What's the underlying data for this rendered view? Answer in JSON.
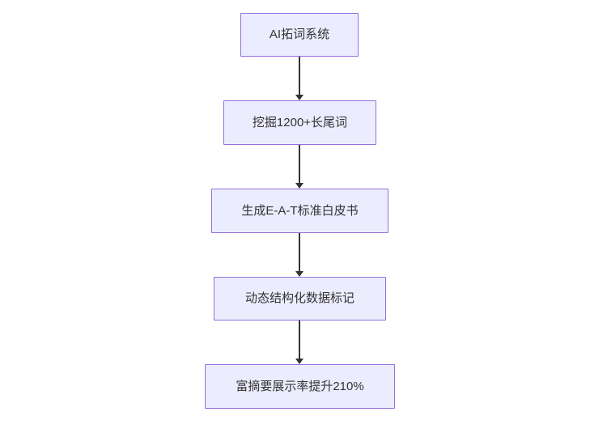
{
  "diagram": {
    "type": "flowchart",
    "direction": "top-down",
    "nodes": [
      {
        "id": "n1",
        "label": "AI拓词系统"
      },
      {
        "id": "n2",
        "label": "挖掘1200+长尾词"
      },
      {
        "id": "n3",
        "label": "生成E-A-T标准白皮书"
      },
      {
        "id": "n4",
        "label": "动态结构化数据标记"
      },
      {
        "id": "n5",
        "label": "富摘要展示率提升210%"
      }
    ],
    "edges": [
      {
        "from": "n1",
        "to": "n2"
      },
      {
        "from": "n2",
        "to": "n3"
      },
      {
        "from": "n3",
        "to": "n4"
      },
      {
        "from": "n4",
        "to": "n5"
      }
    ],
    "colors": {
      "node_fill": "#ECECFF",
      "node_border": "#9370DB",
      "text": "#333333",
      "arrow": "#333333",
      "background": "#FFFFFF"
    }
  }
}
